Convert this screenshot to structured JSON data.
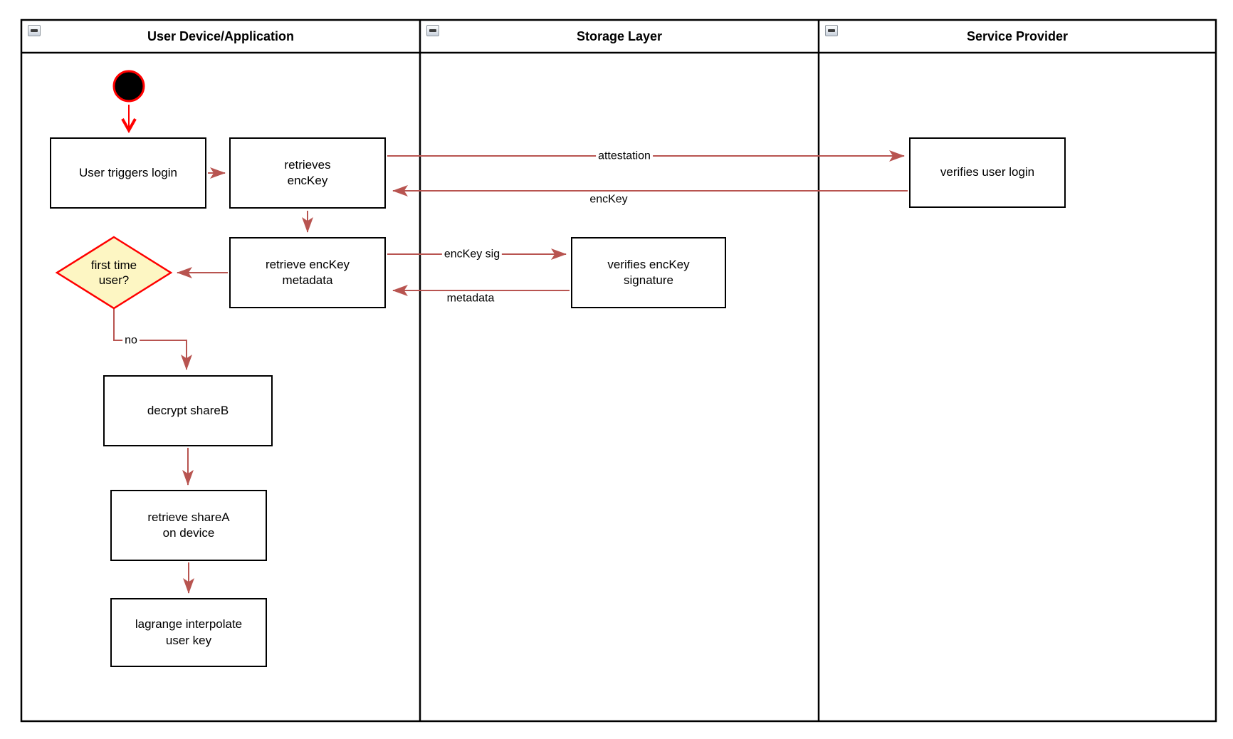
{
  "diagram": {
    "lanes": [
      {
        "title": "User Device/Application"
      },
      {
        "title": "Storage Layer"
      },
      {
        "title": "Service Provider"
      }
    ],
    "nodes": {
      "user_triggers_login": "User triggers login",
      "retrieves_enckey": "retrieves\nencKey",
      "retrieve_enckey_metadata": "retrieve encKey\nmetadata",
      "first_time_user": "first time\nuser?",
      "decrypt_shareb": "decrypt shareB",
      "retrieve_sharea": "retrieve shareA\non device",
      "lagrange_interpolate": "lagrange interpolate\nuser key",
      "verifies_enckey_signature": "verifies encKey\nsignature",
      "verifies_user_login": "verifies user login"
    },
    "edge_labels": {
      "attestation": "attestation",
      "enckey": "encKey",
      "enckey_sig": "encKey sig",
      "metadata": "metadata",
      "no": "no"
    },
    "icons": {
      "collapse": "minus-box"
    },
    "colors": {
      "flow_arrow": "#B85450",
      "start_accent": "#FF0000",
      "decision_fill": "#FDF6C3",
      "decision_border": "#FF0000",
      "node_border": "#000000",
      "node_fill": "#FFFFFF"
    }
  }
}
